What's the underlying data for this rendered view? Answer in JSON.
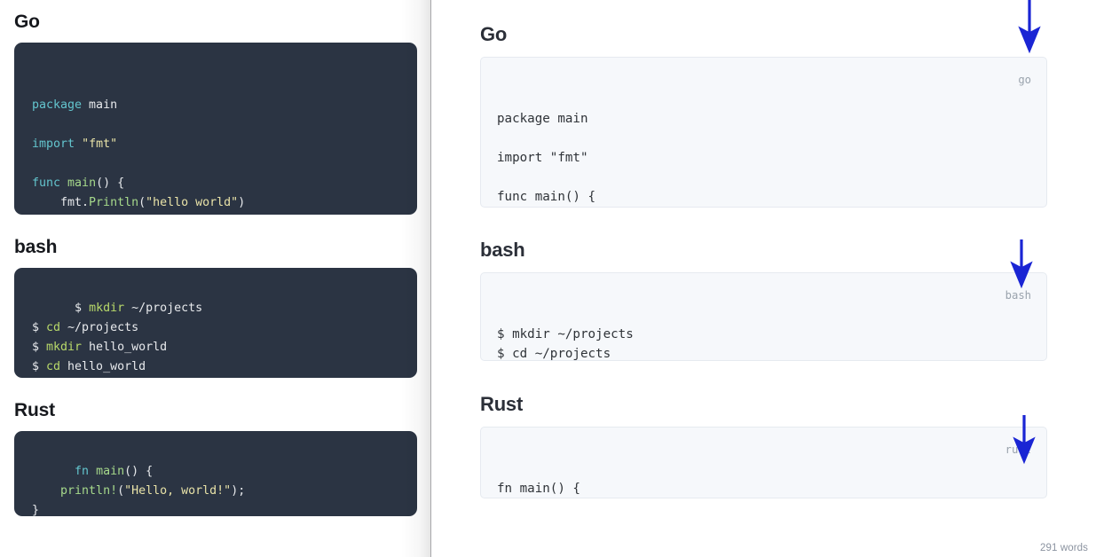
{
  "accent": {
    "arrow_blue": "#1a25d4",
    "dark_code_bg": "#2b3443",
    "light_code_bg": "#f6f8fb"
  },
  "editor": {
    "sections": [
      {
        "heading": "Go",
        "lines": [
          [
            {
              "t": "package",
              "c": "kw"
            },
            {
              "t": " main",
              "c": "pl"
            }
          ],
          [],
          [
            {
              "t": "import",
              "c": "kw"
            },
            {
              "t": " ",
              "c": "pl"
            },
            {
              "t": "\"fmt\"",
              "c": "str"
            }
          ],
          [],
          [
            {
              "t": "func",
              "c": "kw"
            },
            {
              "t": " ",
              "c": "pl"
            },
            {
              "t": "main",
              "c": "fn"
            },
            {
              "t": "() {",
              "c": "pl"
            }
          ],
          [
            {
              "t": "    fmt.",
              "c": "pl"
            },
            {
              "t": "Println",
              "c": "fn"
            },
            {
              "t": "(",
              "c": "pl"
            },
            {
              "t": "\"hello world\"",
              "c": "str"
            },
            {
              "t": ")",
              "c": "pl"
            }
          ],
          [
            {
              "t": "}",
              "c": "pl"
            }
          ]
        ]
      },
      {
        "heading": "bash",
        "lines": [
          [
            {
              "t": "$ ",
              "c": "pl"
            },
            {
              "t": "mkdir",
              "c": "cmd"
            },
            {
              "t": " ~/projects",
              "c": "pl"
            }
          ],
          [
            {
              "t": "$ ",
              "c": "pl"
            },
            {
              "t": "cd",
              "c": "cmd"
            },
            {
              "t": " ~/projects",
              "c": "pl"
            }
          ],
          [
            {
              "t": "$ ",
              "c": "pl"
            },
            {
              "t": "mkdir",
              "c": "cmd"
            },
            {
              "t": " hello_world",
              "c": "pl"
            }
          ],
          [
            {
              "t": "$ ",
              "c": "pl"
            },
            {
              "t": "cd",
              "c": "cmd"
            },
            {
              "t": " hello_world",
              "c": "pl"
            }
          ]
        ]
      },
      {
        "heading": "Rust",
        "lines": [
          [
            {
              "t": "fn",
              "c": "kw"
            },
            {
              "t": " ",
              "c": "pl"
            },
            {
              "t": "main",
              "c": "fn"
            },
            {
              "t": "() {",
              "c": "pl"
            }
          ],
          [
            {
              "t": "    ",
              "c": "pl"
            },
            {
              "t": "println!",
              "c": "fn"
            },
            {
              "t": "(",
              "c": "pl"
            },
            {
              "t": "\"Hello, world!\"",
              "c": "str"
            },
            {
              "t": ");",
              "c": "pl"
            }
          ],
          [
            {
              "t": "}",
              "c": "pl"
            }
          ]
        ]
      }
    ]
  },
  "preview": {
    "sections": [
      {
        "heading": "Go",
        "lang_tag": "go",
        "code": "package main\n\nimport \"fmt\"\n\nfunc main() {\n    fmt.Println(\"hello world\")\n}"
      },
      {
        "heading": "bash",
        "lang_tag": "bash",
        "code": "$ mkdir ~/projects\n$ cd ~/projects\n$ mkdir hello_world\n$ cd hello_world"
      },
      {
        "heading": "Rust",
        "lang_tag": "rust",
        "code": "fn main() {\n    println!(\"Hello, world!\");\n}"
      }
    ]
  },
  "status": {
    "word_count": "291 words"
  }
}
